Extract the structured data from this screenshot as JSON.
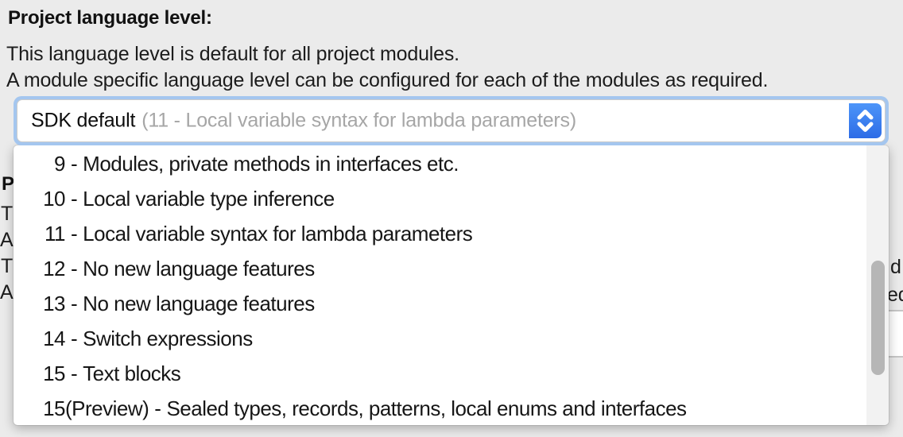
{
  "header": {
    "title": "Project language level:",
    "description_lines": [
      "This language level is default for all project modules.",
      "A module specific language level can be configured for each of the modules as required."
    ]
  },
  "combo": {
    "value": "SDK default",
    "value_detail": "(11 - Local variable syntax for lambda parameters)"
  },
  "dropdown": {
    "separator": "-",
    "items": [
      {
        "level": "9",
        "suffix": "",
        "label": "Modules, private methods in interfaces etc."
      },
      {
        "level": "10",
        "suffix": "",
        "label": "Local variable type inference"
      },
      {
        "level": "11",
        "suffix": "",
        "label": "Local variable syntax for lambda parameters"
      },
      {
        "level": "12",
        "suffix": "",
        "label": "No new language features"
      },
      {
        "level": "13",
        "suffix": "",
        "label": "No new language features"
      },
      {
        "level": "14",
        "suffix": "",
        "label": "Switch expressions"
      },
      {
        "level": "15",
        "suffix": "",
        "label": "Text blocks"
      },
      {
        "level": "15",
        "suffix": " (Preview)",
        "label": "Sealed types, records, patterns, local enums and interfaces"
      }
    ]
  },
  "background_fragments": {
    "left": [
      "P",
      "T",
      "A",
      "T",
      "A"
    ],
    "right": [
      "d",
      "ed"
    ]
  },
  "icons": {
    "stepper": "chevron-up-down"
  },
  "colors": {
    "accent_blue": "#3478F6",
    "focus_ring": "#A4C6EF",
    "background": "#EBEBEB",
    "muted_text": "#A6A6A6",
    "scrollbar_thumb": "#B6B6B6"
  }
}
